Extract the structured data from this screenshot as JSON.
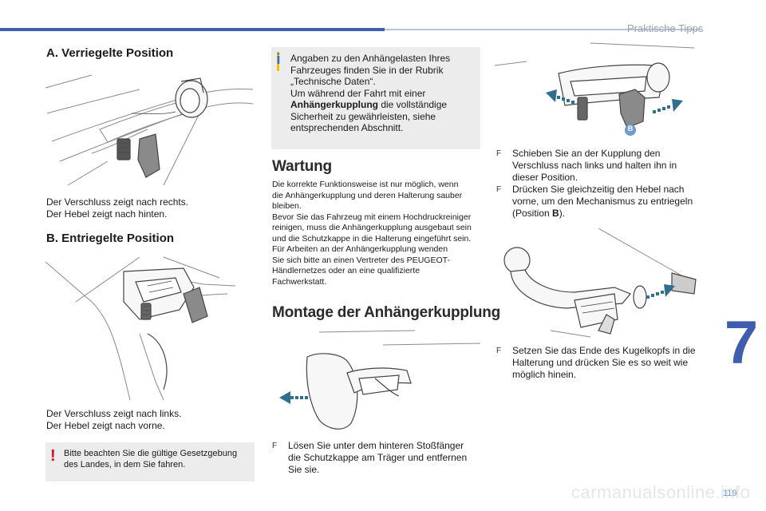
{
  "header": {
    "section": "Praktische Tipps",
    "chapter": "7",
    "page_number": "119",
    "footer_watermark": "carmanualsonline.info"
  },
  "colors": {
    "accent": "#3f5fae",
    "warning": "#e30613",
    "info_bar": "#f2c200",
    "info_icon": "#2c6fd1",
    "callout": "#6e9bd1",
    "arrow": "#2d6f8c"
  },
  "left": {
    "locked_heading": "A. Verriegelte Position",
    "locked_caption": [
      "Der Verschluss zeigt nach rechts.",
      "Der Hebel zeigt nach hinten."
    ],
    "unlocked_heading": "B. Entriegelte Position",
    "unlocked_caption": [
      "Der Verschluss zeigt nach links.",
      "Der Hebel zeigt nach vorne."
    ],
    "warning": [
      "Bitte beachten Sie die gültige Gesetzgebung",
      "des Landes, in dem Sie fahren."
    ],
    "warning_icon": "!"
  },
  "middle": {
    "info_icon": "i",
    "info": [
      "Angaben zu den Anhängelasten Ihres",
      "Fahrzeuges finden Sie in der Rubrik",
      "„Technische Daten“.",
      "Um während der Fahrt mit einer"
    ],
    "info_bold": "Anhängerkupplung",
    "info_after_bold": " die vollständige",
    "info_rest": [
      "Sicherheit zu gewährleisten, siehe",
      "entsprechenden Abschnitt."
    ],
    "wartung_heading": "Wartung",
    "wartung_text": [
      "Die korrekte Funktionsweise ist nur möglich, wenn",
      "die Anhängerkupplung und deren Halterung sauber",
      "bleiben.",
      "Bevor Sie das Fahrzeug mit einem Hochdruckreiniger",
      "reinigen, muss die Anhängerkupplung ausgebaut sein",
      "und die Schutzkappe in die Halterung eingeführt sein.",
      "Für Arbeiten an der Anhängerkupplung wenden",
      "Sie sich bitte an einen Vertreter des PEUGEOT-",
      "Händlernetzes oder an eine qualifizierte",
      "Fachwerkstatt."
    ],
    "montage_heading": "Montage der Anhängerkupplung",
    "bullet_marker": "F",
    "montage_step": [
      "Lösen Sie unter dem hinteren Stoßfänger",
      "die Schutzkappe am Träger und entfernen",
      "Sie sie."
    ]
  },
  "right": {
    "callout_b": "B",
    "step1": [
      "Schieben Sie an der Kupplung den",
      "Verschluss nach links und halten ihn in",
      "dieser Position."
    ],
    "step2_pre": "Drücken Sie gleichzeitig den Hebel nach",
    "step2_line2": "vorne, um den Mechanismus zu entriegeln",
    "step2_line3_pre": "(Position ",
    "step2_line3_bold": "B",
    "step2_line3_post": ").",
    "step3": [
      "Setzen Sie das Ende des Kugelkopfs in die",
      "Halterung und drücken Sie es so weit wie",
      "möglich hinein."
    ]
  }
}
